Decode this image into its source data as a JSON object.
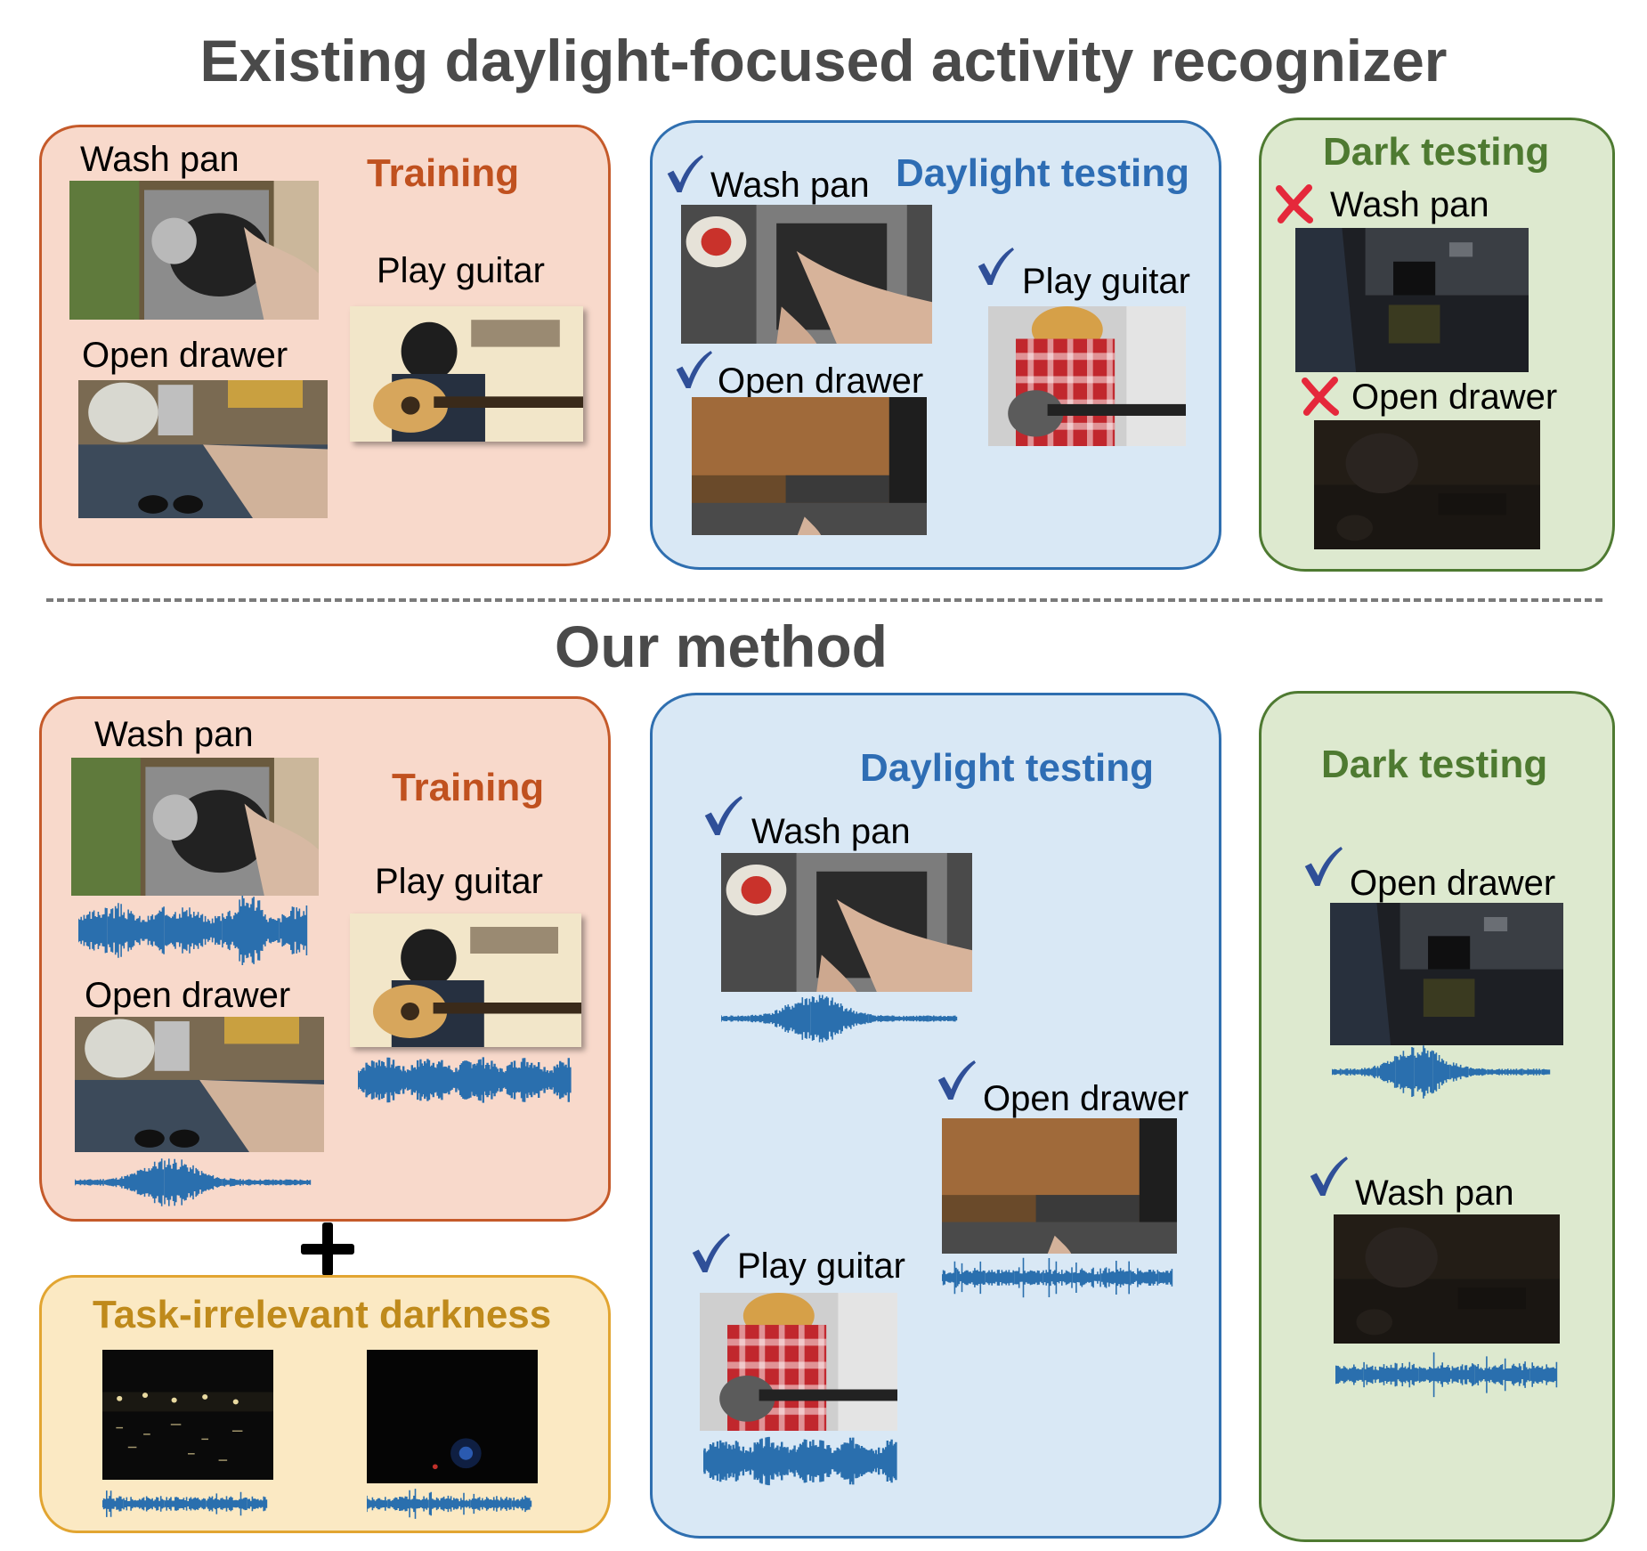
{
  "top": {
    "title": "Existing daylight-focused activity recognizer",
    "training": {
      "title": "Training",
      "wash": "Wash pan",
      "guitar": "Play guitar",
      "drawer": "Open drawer"
    },
    "daylight": {
      "title": "Daylight testing",
      "wash": "Wash pan",
      "guitar": "Play guitar",
      "drawer": "Open drawer"
    },
    "dark": {
      "title": "Dark testing",
      "wash": "Wash pan",
      "drawer": "Open drawer"
    }
  },
  "bottom": {
    "title": "Our method",
    "training": {
      "title": "Training",
      "wash": "Wash pan",
      "guitar": "Play guitar",
      "drawer": "Open drawer"
    },
    "noise": {
      "title": "Task-irrelevant darkness"
    },
    "daylight": {
      "title": "Daylight testing",
      "wash": "Wash pan",
      "drawer": "Open drawer",
      "guitar": "Play guitar"
    },
    "dark": {
      "title": "Dark testing",
      "drawer": "Open drawer",
      "wash": "Wash pan"
    }
  },
  "colors": {
    "training_bg": "#f8d9cb",
    "training_border": "#c55a2a",
    "daylight_bg": "#d9e8f5",
    "daylight_border": "#2f6fb0",
    "dark_bg": "#dde9cf",
    "dark_border": "#4e7a31",
    "noise_bg": "#fbe9c3",
    "noise_border": "#e2a531",
    "check": "#2f4f98",
    "cross": "#e5283b",
    "waveform": "#2a6fae"
  },
  "icons": [
    "check-icon",
    "cross-icon",
    "waveform-icon",
    "plus-icon"
  ]
}
